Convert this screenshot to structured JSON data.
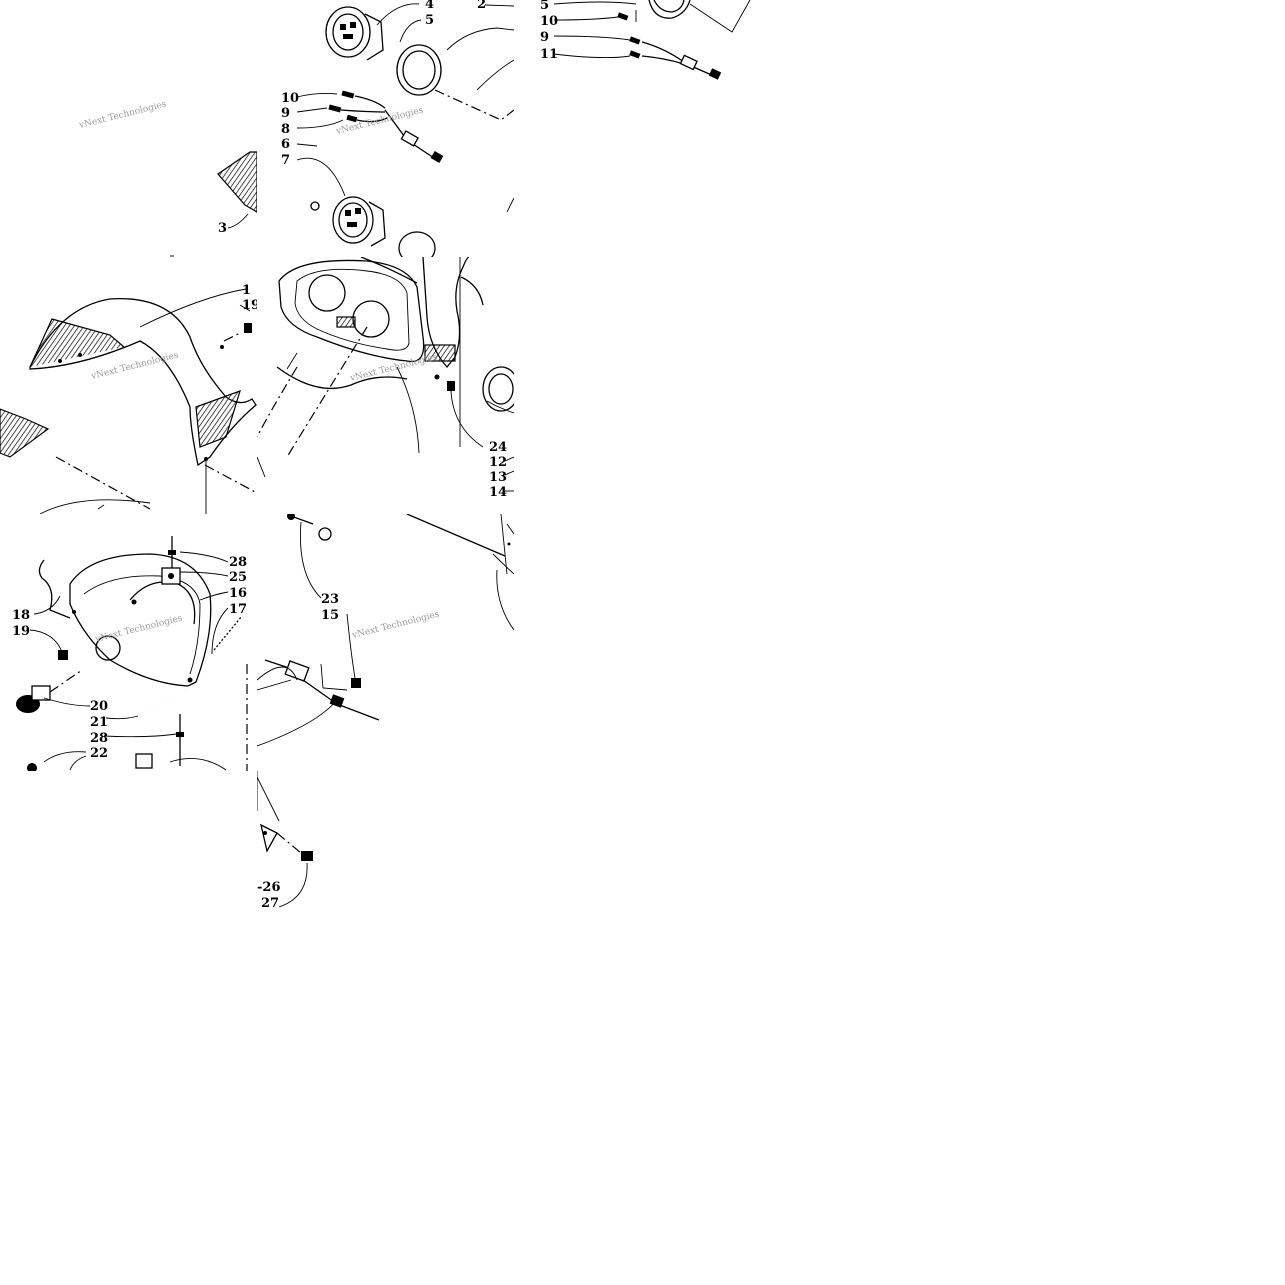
{
  "tiles": [
    {
      "id": "tile-a",
      "callouts": [
        {
          "id": "a-3",
          "text": "3"
        }
      ],
      "watermarks": [
        {
          "id": "a-wm",
          "text": "vNext Technologies"
        }
      ]
    },
    {
      "id": "tile-b",
      "callouts": [
        {
          "id": "b-4",
          "text": "4"
        },
        {
          "id": "b-5",
          "text": "5"
        },
        {
          "id": "b-2",
          "text": "2"
        },
        {
          "id": "b-10",
          "text": "10"
        },
        {
          "id": "b-9",
          "text": "9"
        },
        {
          "id": "b-8",
          "text": "8"
        },
        {
          "id": "b-6",
          "text": "6"
        },
        {
          "id": "b-7",
          "text": "7"
        }
      ],
      "watermarks": [
        {
          "id": "b-wm",
          "text": "vNext Technologies"
        }
      ]
    },
    {
      "id": "tile-c",
      "callouts": [
        {
          "id": "c-5",
          "text": "5"
        },
        {
          "id": "c-10",
          "text": "10"
        },
        {
          "id": "c-9",
          "text": "9"
        },
        {
          "id": "c-11",
          "text": "11"
        }
      ],
      "watermarks": []
    },
    {
      "id": "tile-d",
      "callouts": [
        {
          "id": "d-1",
          "text": "1"
        },
        {
          "id": "d-19",
          "text": "19"
        }
      ],
      "watermarks": [
        {
          "id": "d-wm",
          "text": "vNext Technologies"
        }
      ]
    },
    {
      "id": "tile-e",
      "callouts": [
        {
          "id": "e-24",
          "text": "24"
        },
        {
          "id": "e-12",
          "text": "12"
        },
        {
          "id": "e-13",
          "text": "13"
        },
        {
          "id": "e-14",
          "text": "14"
        }
      ],
      "watermarks": [
        {
          "id": "e-wm",
          "text": "vNext Technologies"
        }
      ]
    },
    {
      "id": "tile-f",
      "callouts": [
        {
          "id": "f-28a",
          "text": "28"
        },
        {
          "id": "f-25",
          "text": "25"
        },
        {
          "id": "f-16",
          "text": "16"
        },
        {
          "id": "f-17",
          "text": "17"
        },
        {
          "id": "f-18",
          "text": "18"
        },
        {
          "id": "f-19",
          "text": "19"
        },
        {
          "id": "f-20",
          "text": "20"
        },
        {
          "id": "f-21",
          "text": "21"
        },
        {
          "id": "f-28b",
          "text": "28"
        },
        {
          "id": "f-22",
          "text": "22"
        }
      ],
      "watermarks": [
        {
          "id": "f-wm",
          "text": "vNext Technologies"
        }
      ]
    },
    {
      "id": "tile-g",
      "callouts": [
        {
          "id": "g-23",
          "text": "23"
        },
        {
          "id": "g-15",
          "text": "15"
        }
      ],
      "watermarks": [
        {
          "id": "g-wm",
          "text": "vNext Technologies"
        }
      ]
    },
    {
      "id": "tile-i",
      "callouts": [
        {
          "id": "i-26",
          "text": "-26"
        },
        {
          "id": "i-27",
          "text": "27"
        }
      ],
      "watermarks": []
    }
  ]
}
